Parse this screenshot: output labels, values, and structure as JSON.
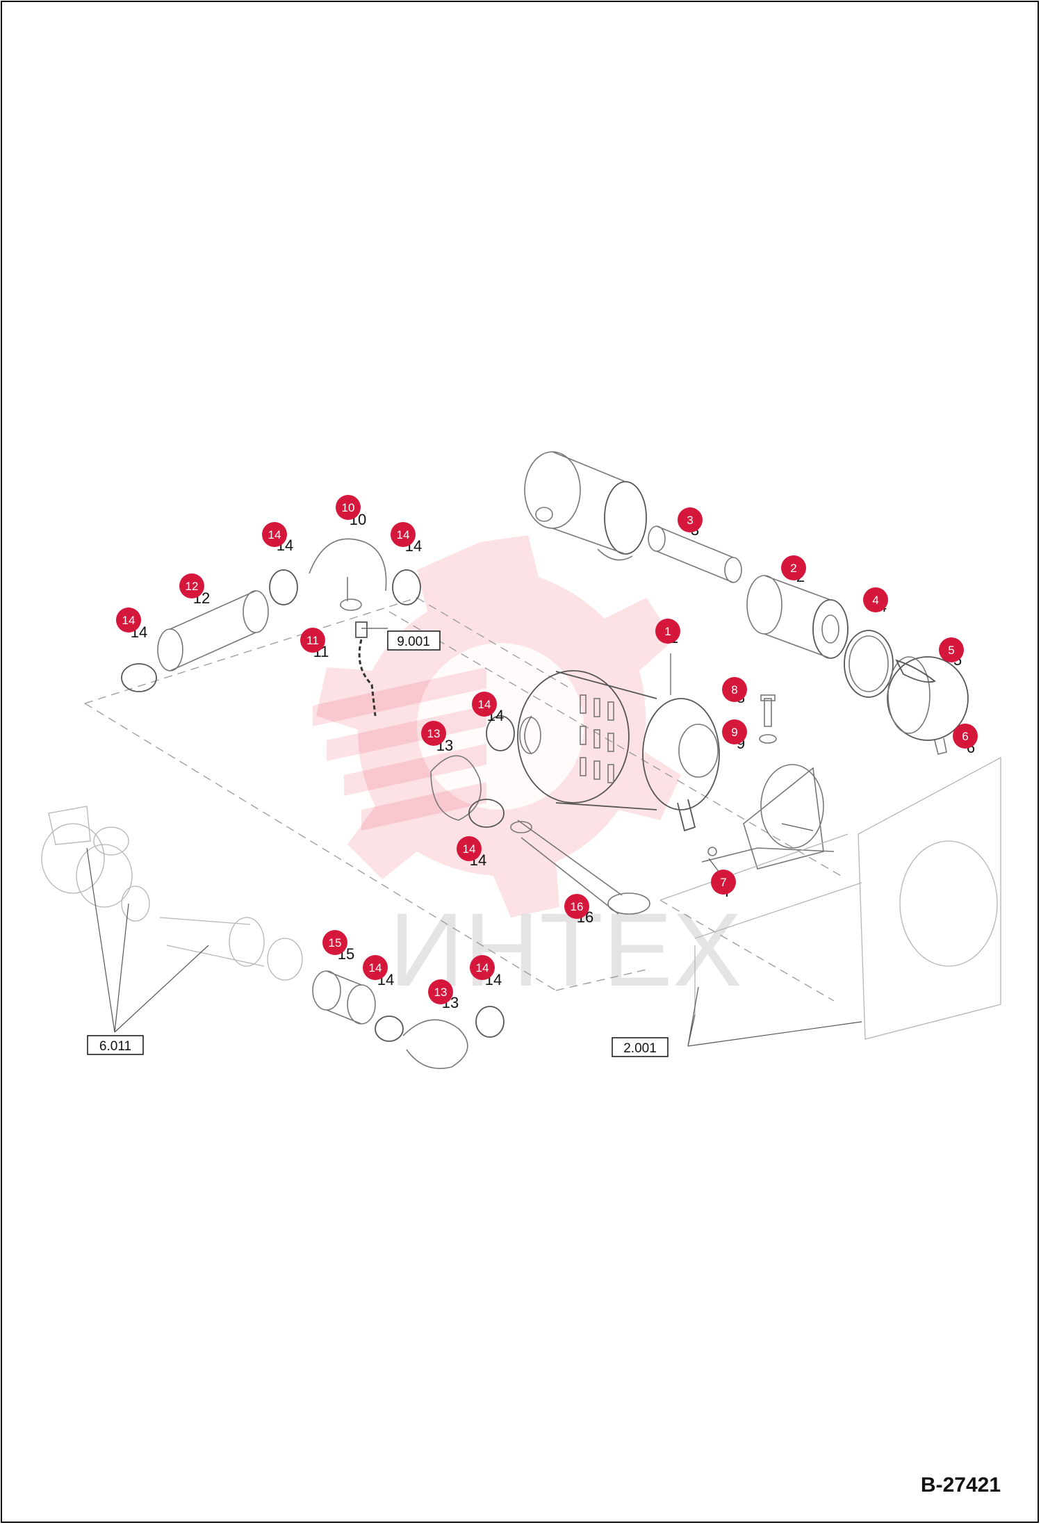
{
  "sheet": {
    "document_number": "B-27421",
    "watermark": "ИНТЕХ"
  },
  "callouts": [
    {
      "id": "c1",
      "label": "1"
    },
    {
      "id": "c2",
      "label": "2"
    },
    {
      "id": "c3",
      "label": "3"
    },
    {
      "id": "c4",
      "label": "4"
    },
    {
      "id": "c5",
      "label": "5"
    },
    {
      "id": "c6",
      "label": "6"
    },
    {
      "id": "c7",
      "label": "7"
    },
    {
      "id": "c8",
      "label": "8"
    },
    {
      "id": "c9",
      "label": "9"
    },
    {
      "id": "c10",
      "label": "10"
    },
    {
      "id": "c11",
      "label": "11"
    },
    {
      "id": "c12",
      "label": "12"
    },
    {
      "id": "c13a",
      "label": "13"
    },
    {
      "id": "c13b",
      "label": "13"
    },
    {
      "id": "c14a",
      "label": "14"
    },
    {
      "id": "c14b",
      "label": "14"
    },
    {
      "id": "c14c",
      "label": "14"
    },
    {
      "id": "c14d",
      "label": "14"
    },
    {
      "id": "c14e",
      "label": "14"
    },
    {
      "id": "c14f",
      "label": "14"
    },
    {
      "id": "c14g",
      "label": "14"
    },
    {
      "id": "c15",
      "label": "15"
    },
    {
      "id": "c16",
      "label": "16"
    }
  ],
  "references": [
    {
      "id": "r1",
      "label": "9.001"
    },
    {
      "id": "r2",
      "label": "6.011"
    },
    {
      "id": "r3",
      "label": "2.001"
    }
  ],
  "colors": {
    "callout": "#d6173c",
    "watermark": "#f05a6e",
    "line": "#777777"
  }
}
